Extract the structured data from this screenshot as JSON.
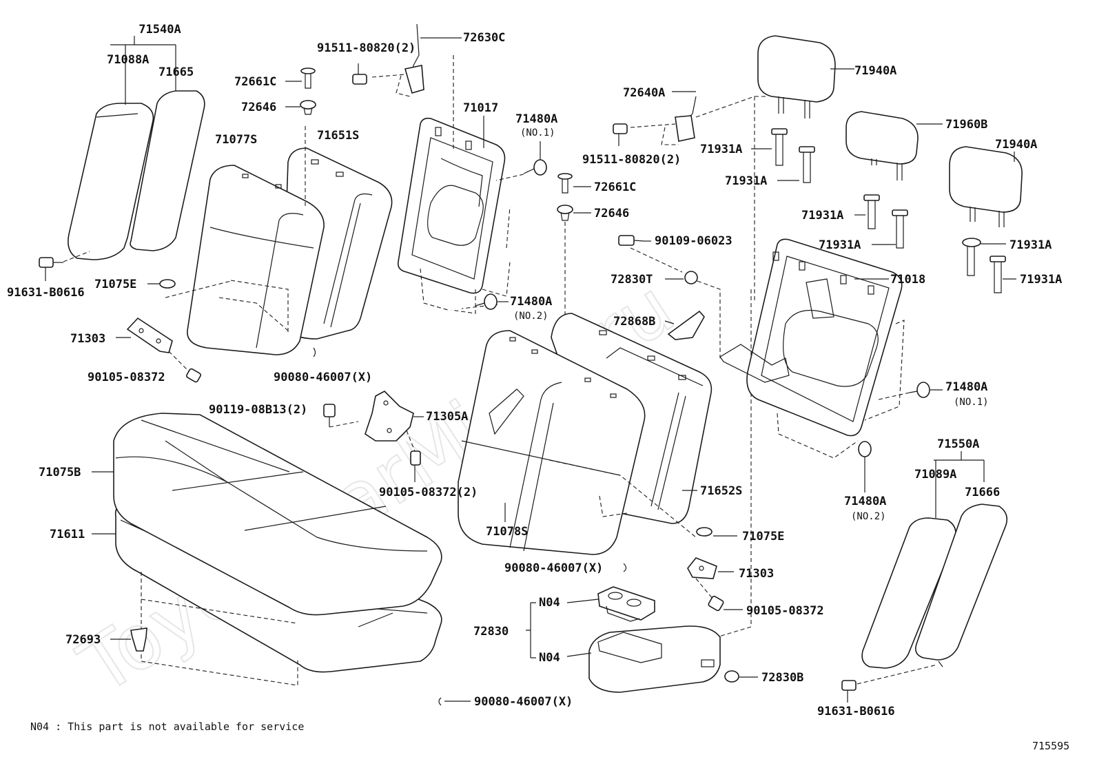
{
  "watermark": "ToyotaCarMiner.ru",
  "labels": {
    "p71540A": "71540A",
    "p71088A": "71088A",
    "p71665": "71665",
    "p91631_B0616_l": "91631-B0616",
    "p71075E_l": "71075E",
    "p71303_l": "71303",
    "p90105_08372_l": "90105-08372",
    "p72661C_l": "72661C",
    "p72646_l": "72646",
    "p71077S": "71077S",
    "p71651S": "71651S",
    "p90080_46007_l": "90080-46007(X)",
    "p91511_80820_l": "91511-80820(2)",
    "p72630C": "72630C",
    "p71017": "71017",
    "p71480A_n1_l": "71480A",
    "n1_l": "(NO.1)",
    "p71480A_n2_l": "71480A",
    "n2_l": "(NO.2)",
    "p90119": "90119-08B13(2)",
    "p71305A": "71305A",
    "p90105_08372_2": "90105-08372(2)",
    "p71075B": "71075B",
    "p71611": "71611",
    "p72693": "72693",
    "p72661C_c": "72661C",
    "p72646_c": "72646",
    "p72640A": "72640A",
    "p91511_80820_r": "91511-80820(2)",
    "p90109": "90109-06023",
    "p72830T": "72830T",
    "p72868B": "72868B",
    "p71078S": "71078S",
    "p71652S": "71652S",
    "p71075E_r": "71075E",
    "p90080_46007_c": "90080-46007(X)",
    "p71303_r": "71303",
    "p90105_08372_r": "90105-08372",
    "p72830": "72830",
    "n04_a": "N04",
    "n04_b": "N04",
    "p72830B": "72830B",
    "p90080_46007_b": "90080-46007(X)",
    "p71940A_a": "71940A",
    "p71960B": "71960B",
    "p71940A_b": "71940A",
    "p71931A_1": "71931A",
    "p71931A_2": "71931A",
    "p71931A_3": "71931A",
    "p71931A_4": "71931A",
    "p71931A_5": "71931A",
    "p71931A_6": "71931A",
    "p71018": "71018",
    "p71480A_r1": "71480A",
    "n1_r": "(NO.1)",
    "p71480A_r2": "71480A",
    "n2_r": "(NO.2)",
    "p71550A": "71550A",
    "p71089A": "71089A",
    "p71666": "71666",
    "p91631_B0616_r": "91631-B0616"
  },
  "footnote": "N04 : This part is not available for service",
  "diagram_id": "715595"
}
